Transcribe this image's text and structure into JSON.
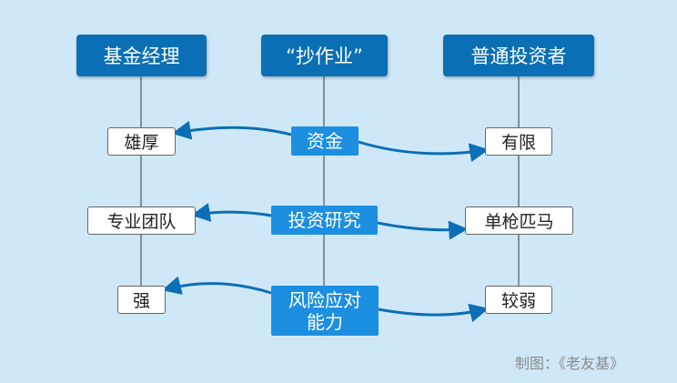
{
  "headers": {
    "manager": "基金经理",
    "homework": "“抄作业”",
    "investor": "普通投资者"
  },
  "rows": [
    {
      "factor": "资金",
      "manager": "雄厚",
      "investor": "有限"
    },
    {
      "factor": "投资研究",
      "manager": "专业团队",
      "investor": "单枪匹马"
    },
    {
      "factor": "风险应对\n能力",
      "manager": "强",
      "investor": "较弱"
    }
  ],
  "credit": "制图：《老友基》",
  "colors": {
    "background": "#cfe8f8",
    "header_fill": "#0a6fb5",
    "factor_fill": "#1d8fe0",
    "arrow": "#0a6fb5",
    "timeline": "#555555"
  }
}
